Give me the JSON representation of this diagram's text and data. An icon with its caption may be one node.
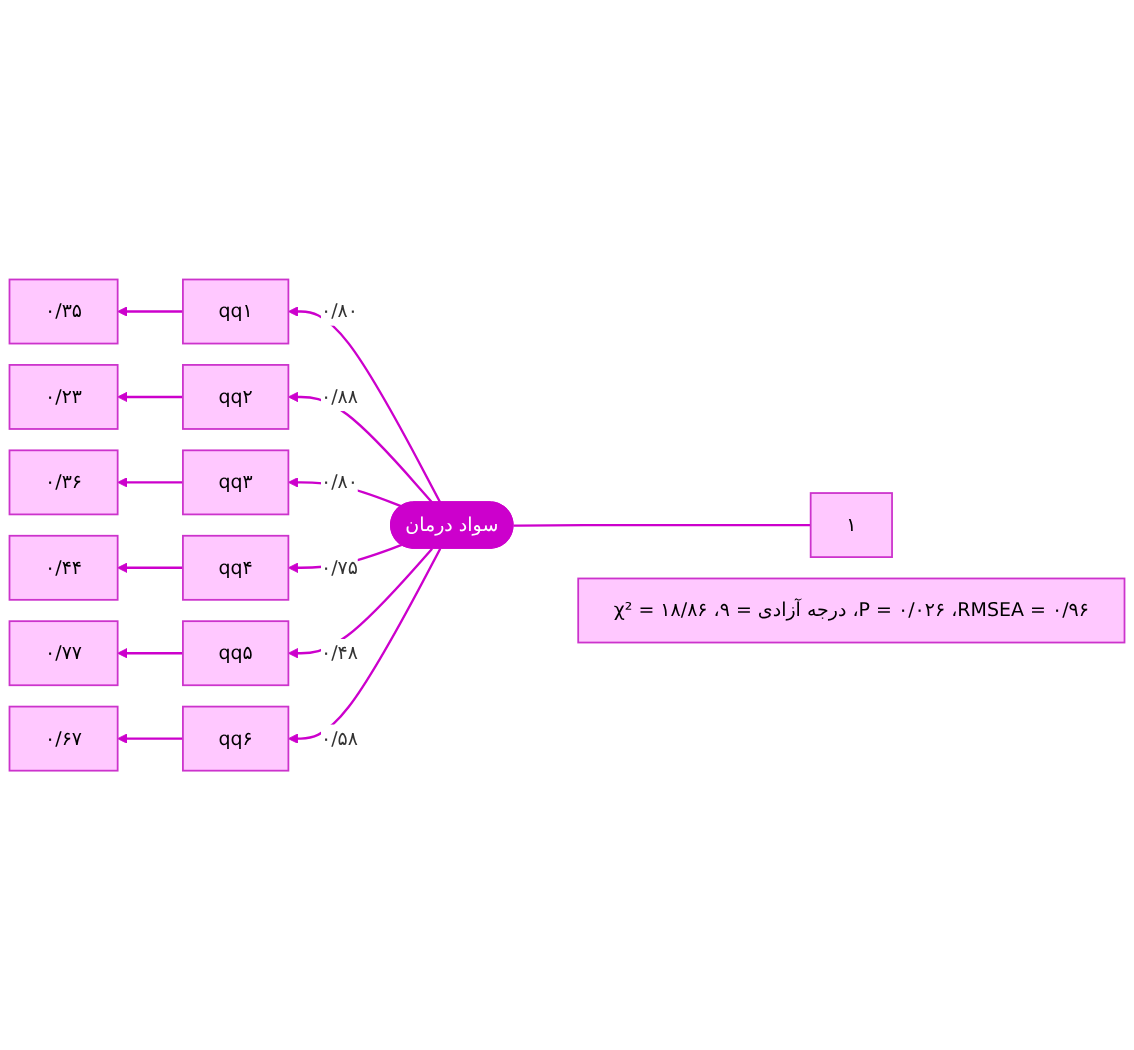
{
  "diagram": {
    "nodes": [
      {
        "text": [
          "۰/۳۵"
        ]
      },
      {
        "text": [
          "qq۱"
        ]
      },
      {
        "text": [
          "۰/۲۳"
        ]
      },
      {
        "text": [
          "qq۲"
        ]
      },
      {
        "text": [
          "۰/۳۶"
        ]
      },
      {
        "text": [
          "qq۳"
        ]
      },
      {
        "text": [
          "۰/۴۴"
        ]
      },
      {
        "text": [
          "qq۴"
        ]
      },
      {
        "text": [
          "۰/۷۷"
        ]
      },
      {
        "text": [
          "qq۵"
        ]
      },
      {
        "text": [
          "۰/۶۷"
        ]
      },
      {
        "text": [
          "qq۶"
        ]
      },
      {
        "text": [
          "سواد درمان"
        ]
      },
      {
        "text": [
          "۱"
        ]
      },
      {
        "text": [
          "χ² = ۱۸/۸۶ ،درجه آزادی = ۹ ،P = ۰/۰۲۶ ،RMSEA = ۰/۹۶"
        ]
      }
    ],
    "edges": [
      {
        "from": 12,
        "to": 1,
        "arrow": "to",
        "label": "۰/۸۰"
      },
      {
        "from": 12,
        "to": 3,
        "arrow": "to",
        "label": "۰/۸۸"
      },
      {
        "from": 12,
        "to": 5,
        "arrow": "to",
        "label": "۰/۸۰"
      },
      {
        "from": 12,
        "to": 7,
        "arrow": "to",
        "label": "۰/۷۵"
      },
      {
        "from": 12,
        "to": 9,
        "arrow": "to",
        "label": "۰/۴۸"
      },
      {
        "from": 12,
        "to": 11,
        "arrow": "to",
        "label": "۰/۵۸"
      },
      {
        "from": 1,
        "to": 0,
        "arrow": "to"
      },
      {
        "from": 3,
        "to": 2,
        "arrow": "to"
      },
      {
        "from": 5,
        "to": 4,
        "arrow": "to"
      },
      {
        "from": 7,
        "to": 6,
        "arrow": "to"
      },
      {
        "from": 9,
        "to": 8,
        "arrow": "to"
      },
      {
        "from": 11,
        "to": 10,
        "arrow": "to"
      },
      {
        "from": 13,
        "to": 12,
        "arrow": "none"
      }
    ]
  }
}
